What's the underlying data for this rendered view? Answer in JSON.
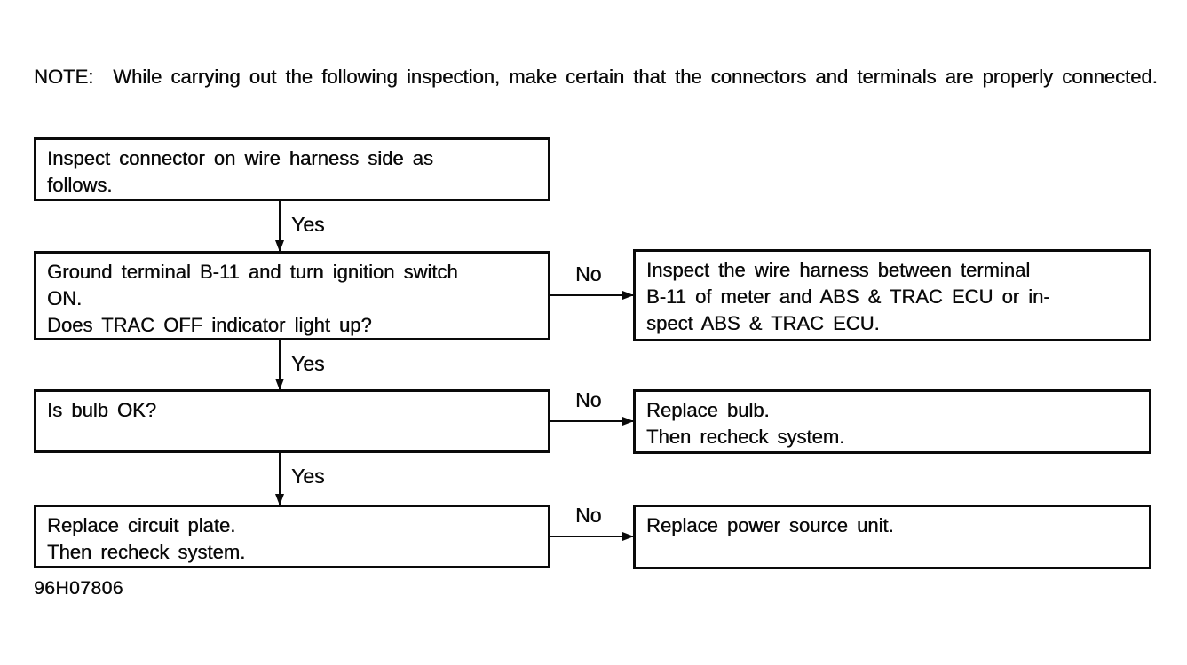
{
  "note": {
    "label": "NOTE:",
    "text": "While carrying out the following inspection, make certain that the connectors and terminals are properly connected."
  },
  "figure_id": "96H07806",
  "colors": {
    "ink": "#0a0a0a",
    "paper": "#ffffff"
  },
  "flowchart": {
    "yes_label": "Yes",
    "no_label": "No",
    "steps": [
      {
        "lines": [
          "Inspect connector on wire harness side as",
          "follows."
        ]
      },
      {
        "lines": [
          "Ground terminal B-11 and turn ignition switch",
          "ON.",
          "Does TRAC OFF indicator light up?"
        ]
      },
      {
        "lines": [
          "Is bulb OK?"
        ]
      },
      {
        "lines": [
          "Replace circuit plate.",
          "Then recheck system."
        ]
      }
    ],
    "no_actions": [
      {
        "lines": [
          "Inspect the wire harness between terminal",
          "B-11 of meter and ABS & TRAC ECU or in-",
          "spect ABS & TRAC ECU."
        ]
      },
      {
        "lines": [
          "Replace bulb.",
          "Then recheck system."
        ]
      },
      {
        "lines": [
          "Replace power source unit."
        ]
      }
    ]
  }
}
